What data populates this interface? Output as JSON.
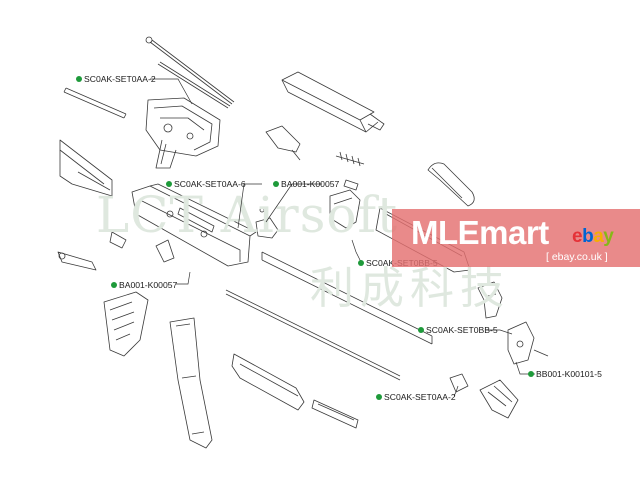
{
  "callouts": [
    {
      "text": "SC0AK-SET0AA-2"
    },
    {
      "text": "SC0AK-SET0AA-6"
    },
    {
      "text": "BA001-K00057"
    },
    {
      "text": "SC0AK-SET0BB-5"
    },
    {
      "text": "BA001-K00057"
    },
    {
      "text": "SC0AK-SET0BB-5"
    },
    {
      "text": "BB001-K00101-5"
    },
    {
      "text": "SC0AK-SET0AA-2"
    }
  ],
  "watermark": {
    "latin": "LCT Airsoft",
    "chinese": "利成科技"
  },
  "banner": {
    "brand": "MLEmart",
    "ebay_letters": [
      "e",
      "b",
      "a",
      "y"
    ],
    "url": "[ ebay.co.uk ]",
    "colors": {
      "banner": "#e47070",
      "e": "#e53238",
      "b": "#0064d2",
      "a": "#f5af02",
      "y": "#86b817"
    }
  },
  "colors": {
    "callout_dot": "#1e9a3a",
    "line": "#333333"
  }
}
